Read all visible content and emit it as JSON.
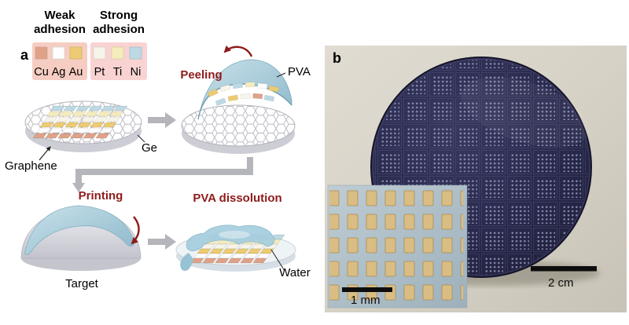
{
  "panels": {
    "a": "a",
    "b": "b"
  },
  "legend": {
    "weak": {
      "title": [
        "Weak",
        "adhesion"
      ],
      "bg": "#f6cdc2",
      "items": [
        {
          "label": "Cu",
          "color": "#dfa288"
        },
        {
          "label": "Ag",
          "color": "#fdfdfd"
        },
        {
          "label": "Au",
          "color": "#eccb72"
        }
      ]
    },
    "strong": {
      "title": [
        "Strong",
        "adhesion"
      ],
      "bg": "#f8d3d2",
      "items": [
        {
          "label": "Pt",
          "color": "#f7f4ea"
        },
        {
          "label": "Ti",
          "color": "#f5ecbe"
        },
        {
          "label": "Ni",
          "color": "#bdd9e3"
        }
      ]
    }
  },
  "steps": {
    "peeling": "Peeling",
    "printing": "Printing",
    "dissolution": "PVA dissolution"
  },
  "labels": {
    "graphene": "Graphene",
    "substrate": "Ge",
    "film": "PVA",
    "target": "Target",
    "water": "Water"
  },
  "scale_bars": {
    "inset": "1 mm",
    "wafer": "2 cm"
  },
  "colors": {
    "step_text": "#8e1b1b",
    "arrow": "#b5b5bc",
    "pva_film": "#a9cedd",
    "wafer": "#26264a",
    "photo_bg": "#d6d2c6",
    "inset_bg": "#aec0c9",
    "inset_pad": "#d9bd83"
  }
}
